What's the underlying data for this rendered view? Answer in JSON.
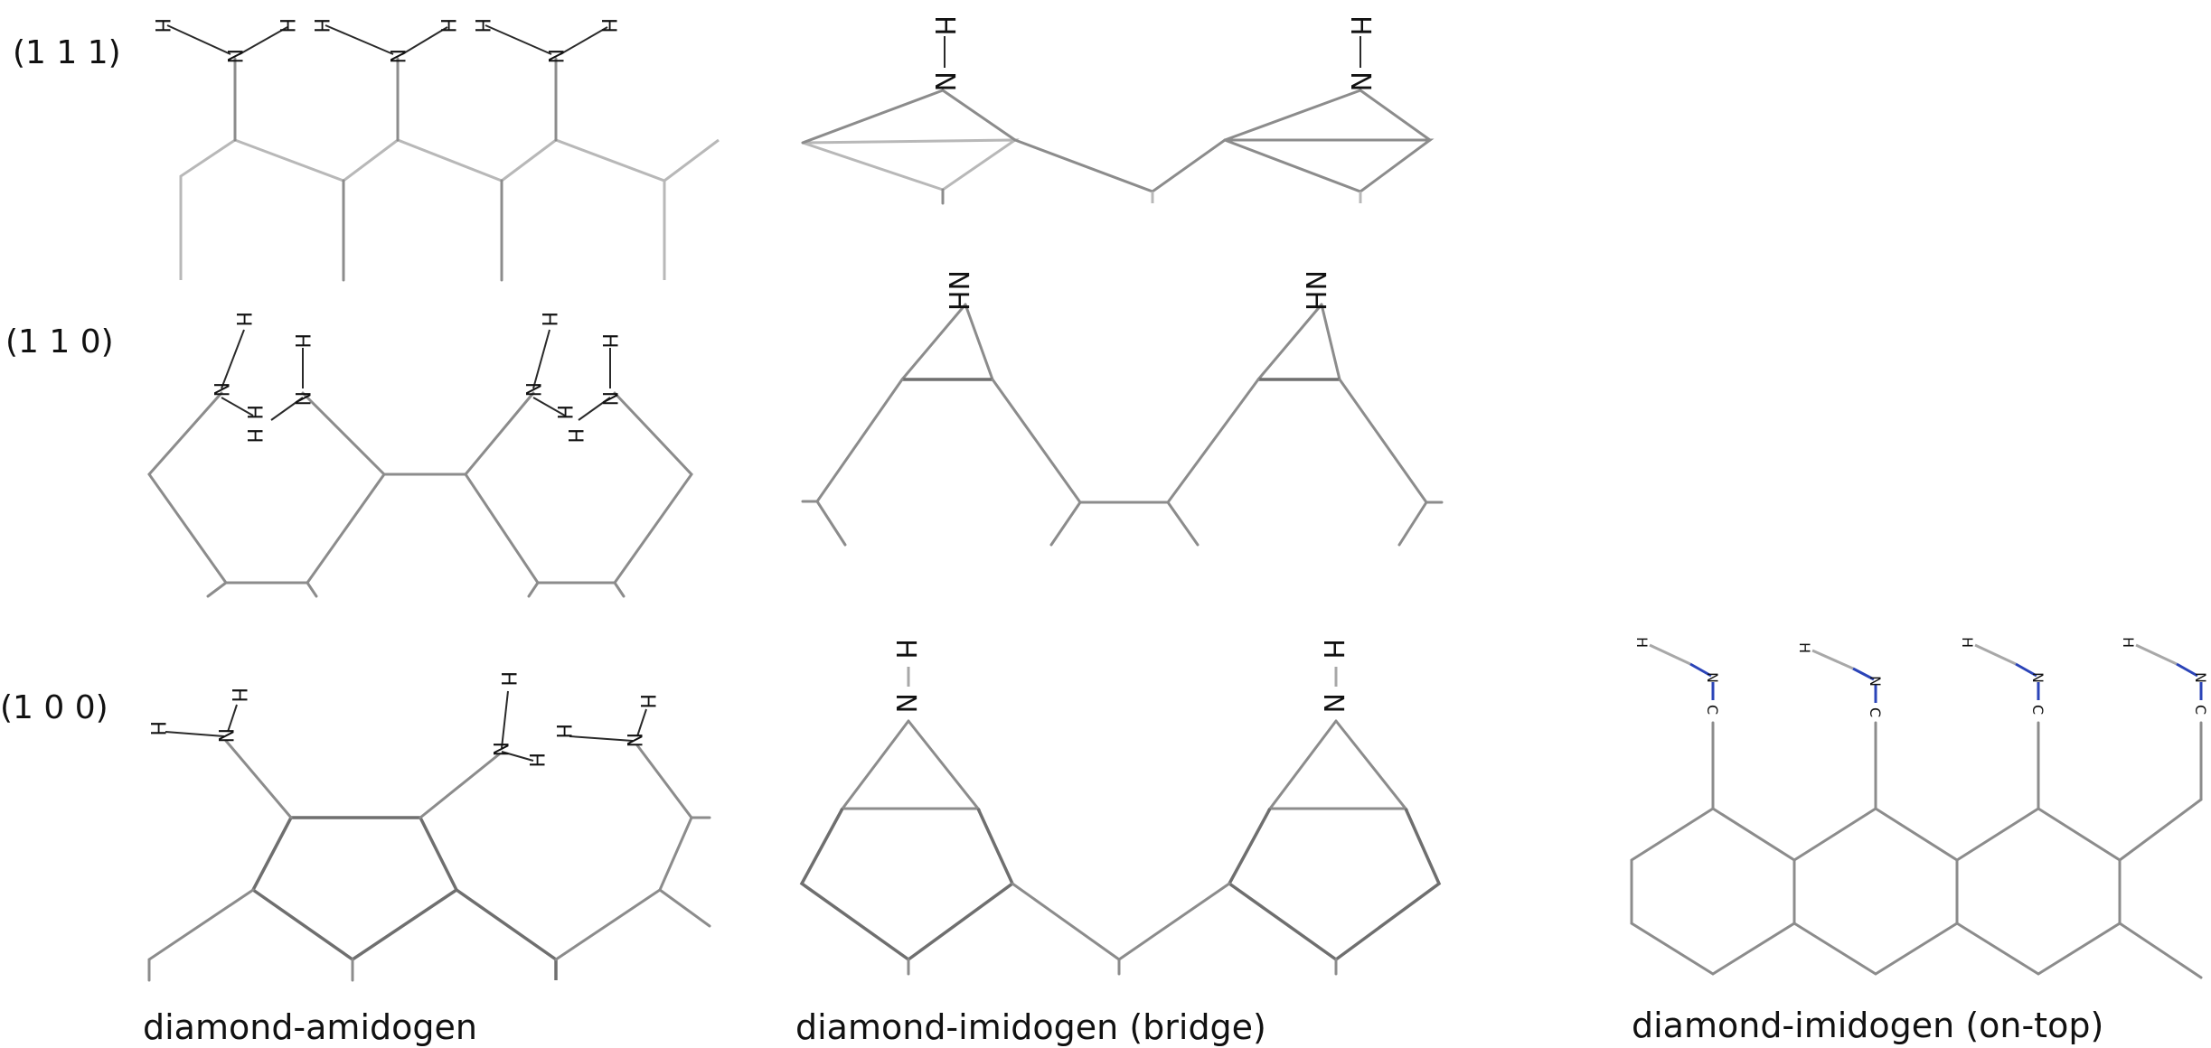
{
  "row_labels": [
    "(1 1 1)",
    "(1 1 0)",
    "(1 0 0)"
  ],
  "column_labels": [
    "diamond-amidogen",
    "diamond-imidogen (bridge)",
    "diamond-imidogen (on-top)"
  ],
  "atoms": {
    "hydrogen": "H",
    "nitrogen": "N",
    "carbon": "C",
    "imidogen": "NH"
  },
  "colors": {
    "lattice": "#8c8c8c",
    "bond": "#2a2a2a",
    "nitrogen_bond": "#2b44b8"
  }
}
